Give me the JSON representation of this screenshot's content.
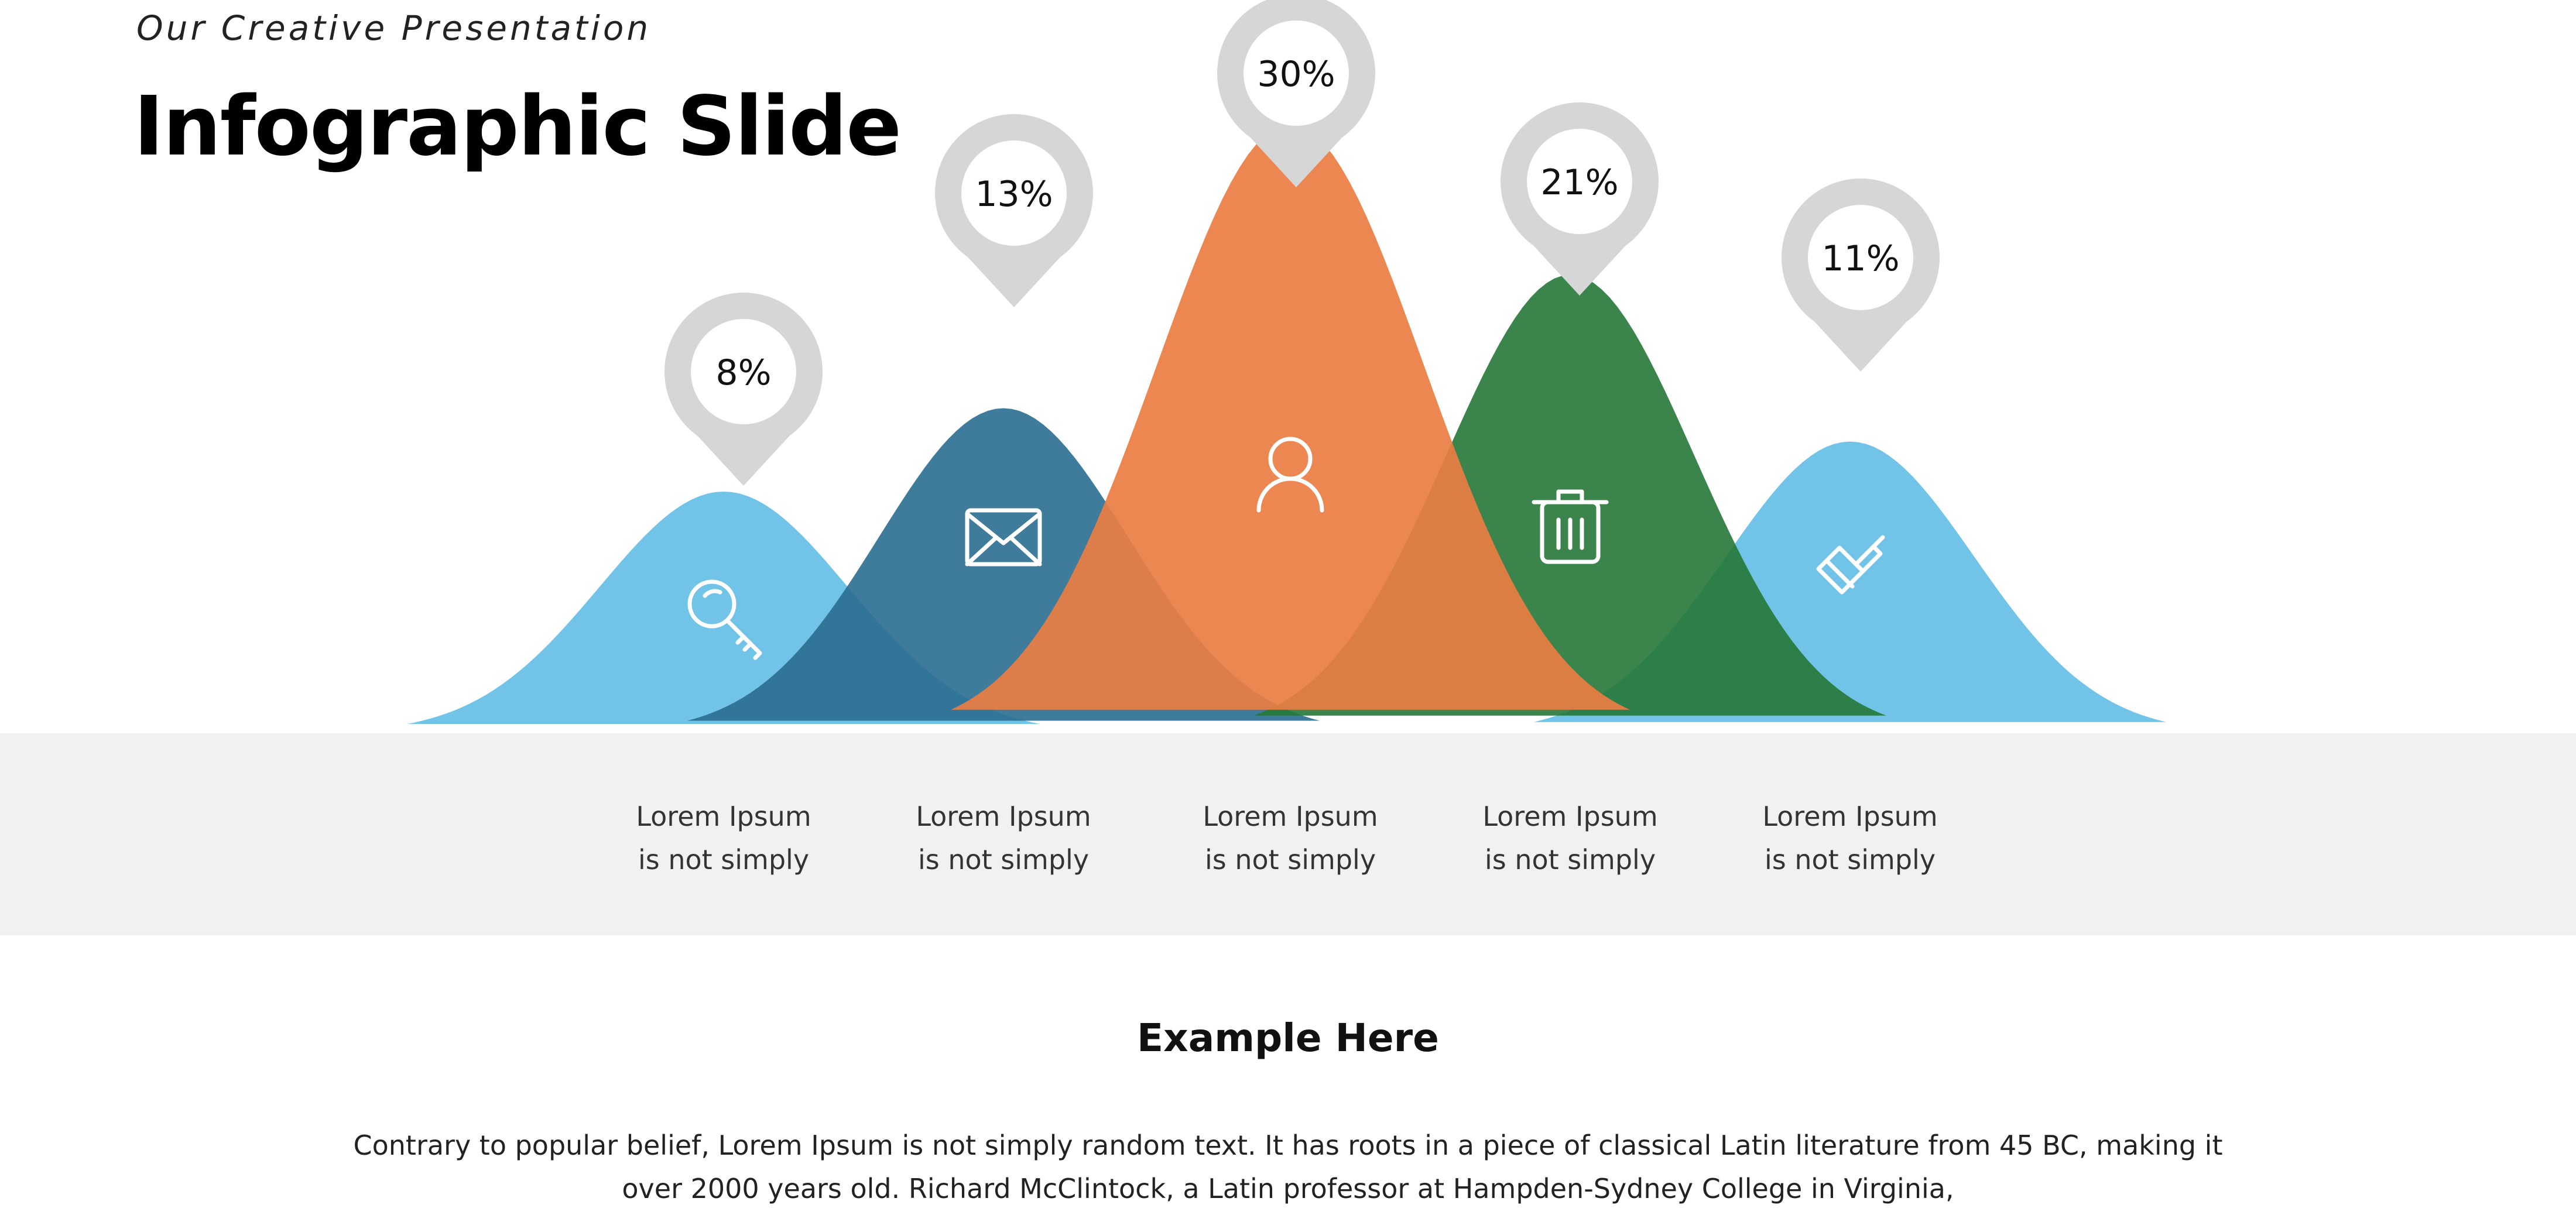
{
  "header": {
    "subtitle": "Our Creative Presentation",
    "title": "Infographic Slide"
  },
  "chart_data": {
    "type": "area",
    "categories": [
      "Key",
      "Mail",
      "User",
      "Trash",
      "Brush"
    ],
    "values": [
      8,
      13,
      30,
      21,
      11
    ],
    "value_labels": [
      "8%",
      "13%",
      "30%",
      "21%",
      "11%"
    ],
    "series_colors": [
      "#62bce5",
      "#2a6d8f",
      "#ea7d43",
      "#267838",
      "#62bce5"
    ],
    "icons": [
      "key-icon",
      "mail-icon",
      "user-icon",
      "trash-icon",
      "brush-icon"
    ],
    "marker_color": "#d6d6d6"
  },
  "labels": [
    {
      "line1": "Lorem Ipsum",
      "line2": "is not simply"
    },
    {
      "line1": "Lorem Ipsum",
      "line2": "is not simply"
    },
    {
      "line1": "Lorem Ipsum",
      "line2": "is not simply"
    },
    {
      "line1": "Lorem Ipsum",
      "line2": "is not simply"
    },
    {
      "line1": "Lorem Ipsum",
      "line2": "is not simply"
    }
  ],
  "example": {
    "heading": "Example Here",
    "line1": "Contrary to popular belief, Lorem Ipsum is not simply random text. It has roots in a piece of classical Latin literature from 45 BC, making it",
    "line2": "over 2000 years old. Richard McClintock, a Latin professor at Hampden-Sydney College in Virginia,"
  }
}
